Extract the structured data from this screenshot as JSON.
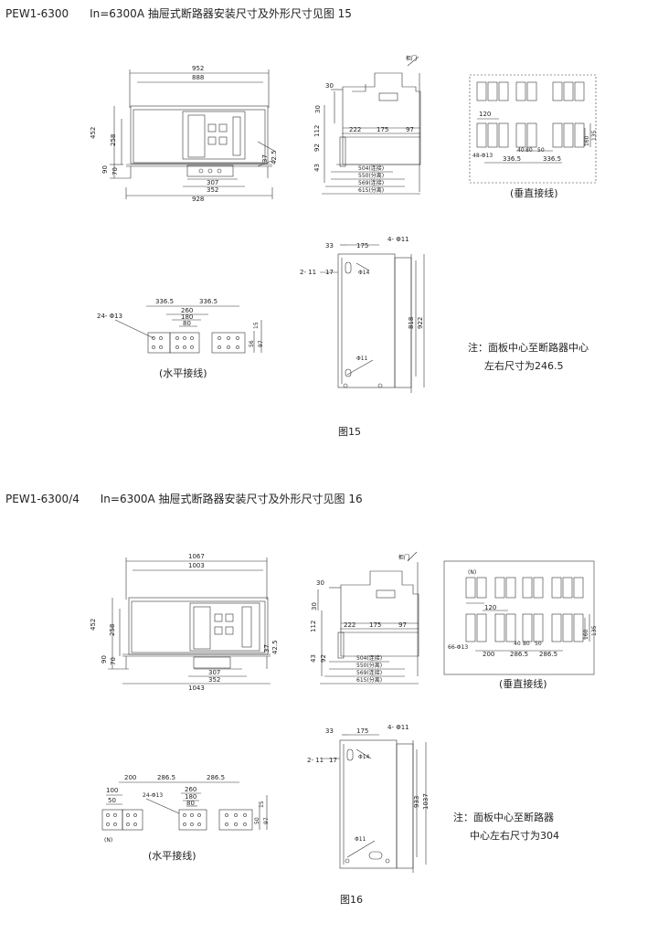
{
  "sections": [
    {
      "id": "15",
      "heading": "PEW1-6300      In=6300A 抽屉式断路器安装尺寸及外形尺寸见图 15",
      "front": {
        "w1": "952",
        "w2": "888",
        "h_total": "452",
        "h_mid": "258",
        "h_90": "90",
        "h_70": "70",
        "r_37": "37",
        "r_425": "42.5",
        "b_307": "307",
        "b_352": "352",
        "b_total": "928"
      },
      "side": {
        "d30": "30",
        "d30v": "30",
        "d112": "112",
        "d92": "92",
        "d43": "43",
        "d222": "222",
        "d175": "175",
        "d97": "97",
        "d504": "504(连接)",
        "d550": "550(分离)",
        "d569": "569(连接)",
        "d615": "615(分离)",
        "door": "柜门"
      },
      "vertical": {
        "d120": "120",
        "hole": "48-Φ13",
        "d40": "40",
        "d80": "80",
        "d50": "50",
        "d365a": "336.5",
        "d365b": "336.5",
        "d160": "160",
        "d135": "135",
        "caption": "(垂直接线)"
      },
      "top": {
        "d33": "33",
        "d175": "175",
        "holes4": "4- Φ11",
        "slot": "2- 11",
        "d17": "17",
        "phi14": "Φ14",
        "d818": "818",
        "d922": "922",
        "phi11": "Φ11"
      },
      "horizontal": {
        "d365a": "336.5",
        "d365b": "336.5",
        "d260": "260",
        "d180": "180",
        "d80": "80",
        "holes": "24- Φ13",
        "d15": "15",
        "d56": "56",
        "d97": "97",
        "caption": "(水平接线)"
      },
      "note1": "注：面板中心至断路器中心",
      "note2": "左右尺寸为246.5",
      "fig": "图15"
    },
    {
      "id": "16",
      "heading": "PEW1-6300/4      In=6300A 抽屉式断路器安装尺寸及外形尺寸见图 16",
      "front": {
        "w1": "1067",
        "w2": "1003",
        "h_total": "452",
        "h_mid": "258",
        "h_90": "90",
        "h_70": "70",
        "r_37": "37",
        "r_425": "42.5",
        "b_307": "307",
        "b_352": "352",
        "b_total": "1043"
      },
      "side": {
        "d30": "30",
        "d30v": "30",
        "d112": "112",
        "d92": "92",
        "d43": "43",
        "d222": "222",
        "d175": "175",
        "d97": "97",
        "d504": "504(连接)",
        "d550": "550(分离)",
        "d569": "569(连接)",
        "d615": "615(分离)",
        "door": "柜门"
      },
      "vertical": {
        "n": "(N)",
        "d120": "120",
        "hole": "66-Φ13",
        "d40": "40",
        "d80": "80",
        "d50": "50",
        "d200": "200",
        "d2865a": "286.5",
        "d2865b": "286.5",
        "d160": "160",
        "d135": "135",
        "caption": "(垂直接线)"
      },
      "top": {
        "d33": "33",
        "d175": "175",
        "holes4": "4- Φ11",
        "slot": "2- 11",
        "d17": "17",
        "phi14": "Φ14",
        "d933": "933",
        "d1037": "1037",
        "phi11": "Φ11"
      },
      "horizontal": {
        "d200": "200",
        "d2865a": "286.5",
        "d2865b": "286.5",
        "d100": "100",
        "d50": "50",
        "holes": "24-Φ13",
        "d260": "260",
        "d180": "180",
        "d80": "80",
        "d15": "15",
        "d56": "50",
        "d97": "97",
        "n": "(N)",
        "caption": "(水平接线)"
      },
      "note1": "注：面板中心至断路器",
      "note2": "中心左右尺寸为304",
      "fig": "图16"
    }
  ]
}
